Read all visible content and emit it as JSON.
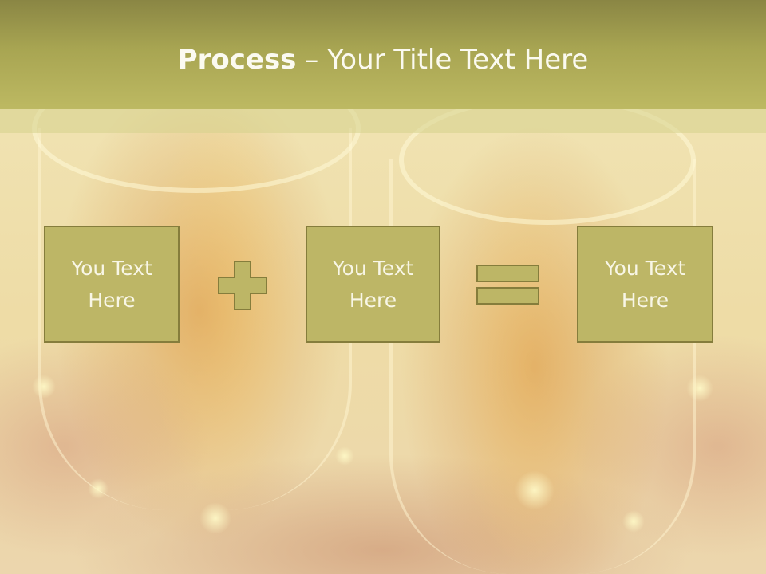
{
  "slide": {
    "title_bold": "Process",
    "title_rest": " – Your Title Text Here"
  },
  "process": {
    "steps": [
      {
        "line1": "You Text",
        "line2": "Here"
      },
      {
        "line1": "You Text",
        "line2": "Here"
      },
      {
        "line1": "You Text",
        "line2": "Here"
      }
    ],
    "operators": [
      "plus",
      "equals"
    ]
  },
  "colors": {
    "header_bar": "#a8a552",
    "box_fill": "#bdb666",
    "box_border": "#857d3c",
    "text": "#f8f6e6"
  }
}
